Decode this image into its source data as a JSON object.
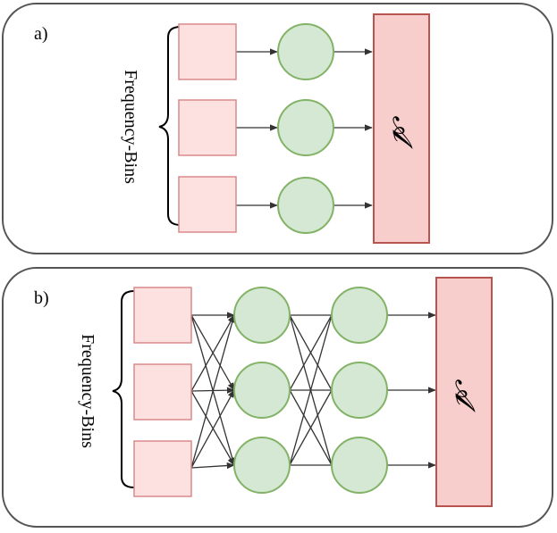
{
  "panels": [
    {
      "label": "a)",
      "brace_label": "Frequency-Bins",
      "block_label": "𝓐",
      "rows": 3,
      "hidden_layers": 1,
      "connectivity": "one-to-one"
    },
    {
      "label": "b)",
      "brace_label": "Frequency-Bins",
      "block_label": "𝓐",
      "rows": 3,
      "hidden_layers": 2,
      "connectivity": "fully-connected"
    }
  ],
  "colors": {
    "input_fill": "#fde0e0",
    "input_stroke": "#d98a8a",
    "node_fill": "#d5e8d4",
    "node_stroke": "#82b366",
    "block_fill": "#f8cecc",
    "block_stroke": "#b85450",
    "edge": "#333333"
  }
}
